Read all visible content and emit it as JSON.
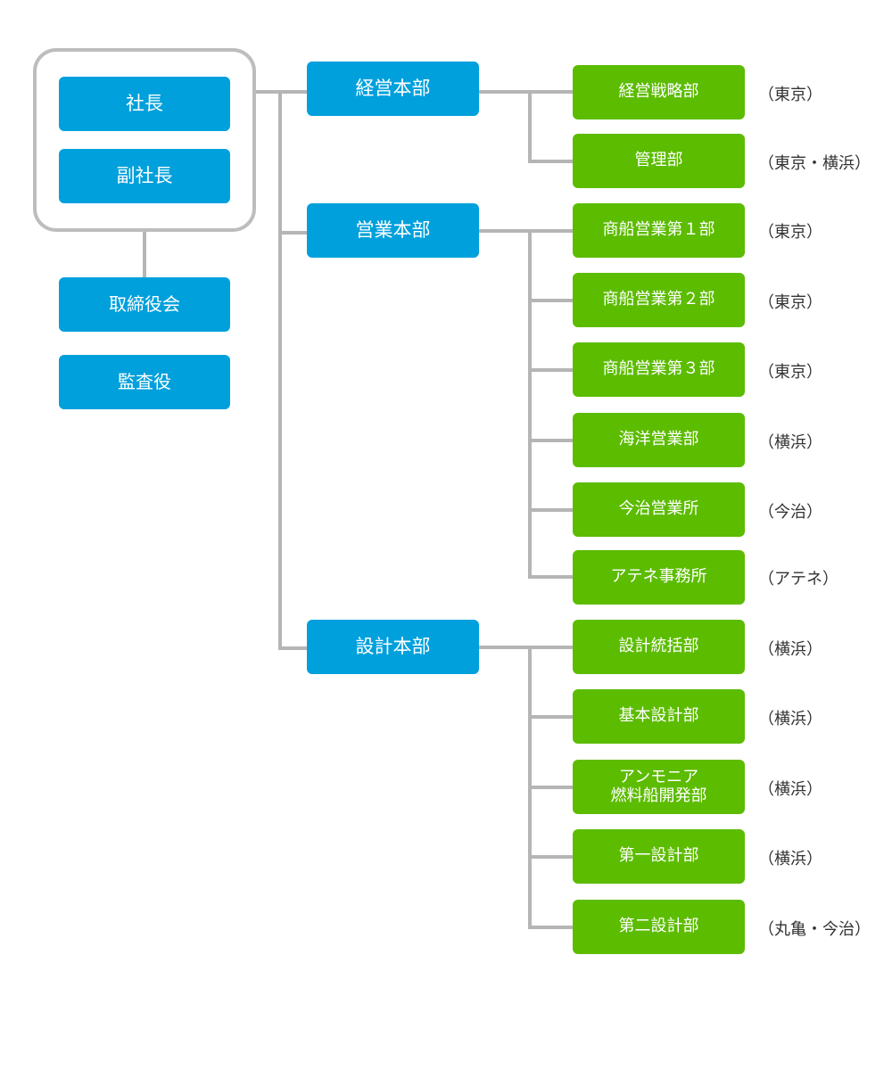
{
  "executive": {
    "president": "社長",
    "vice_president": "副社長",
    "board": "取締役会",
    "auditor": "監査役"
  },
  "divisions": [
    {
      "name": "経営本部",
      "departments": [
        {
          "name": "経営戦略部",
          "location": "（東京）"
        },
        {
          "name": "管理部",
          "location": "（東京・横浜）"
        }
      ]
    },
    {
      "name": "営業本部",
      "departments": [
        {
          "name": "商船営業第１部",
          "location": "（東京）"
        },
        {
          "name": "商船営業第２部",
          "location": "（東京）"
        },
        {
          "name": "商船営業第３部",
          "location": "（東京）"
        },
        {
          "name": "海洋営業部",
          "location": "（横浜）"
        },
        {
          "name": "今治営業所",
          "location": "（今治）"
        },
        {
          "name": "アテネ事務所",
          "location": "（アテネ）"
        }
      ]
    },
    {
      "name": "設計本部",
      "departments": [
        {
          "name": "設計統括部",
          "location": "（横浜）"
        },
        {
          "name": "基本設計部",
          "location": "（横浜）"
        },
        {
          "name": "アンモニア\n燃料船開発部",
          "location": "（横浜）"
        },
        {
          "name": "第一設計部",
          "location": "（横浜）"
        },
        {
          "name": "第二設計部",
          "location": "（丸亀・今治）"
        }
      ]
    }
  ],
  "colors": {
    "executive_box": "#00a0dc",
    "division_box": "#00a0dc",
    "department_box": "#5cbc00",
    "connector": "#b5b5b5"
  }
}
